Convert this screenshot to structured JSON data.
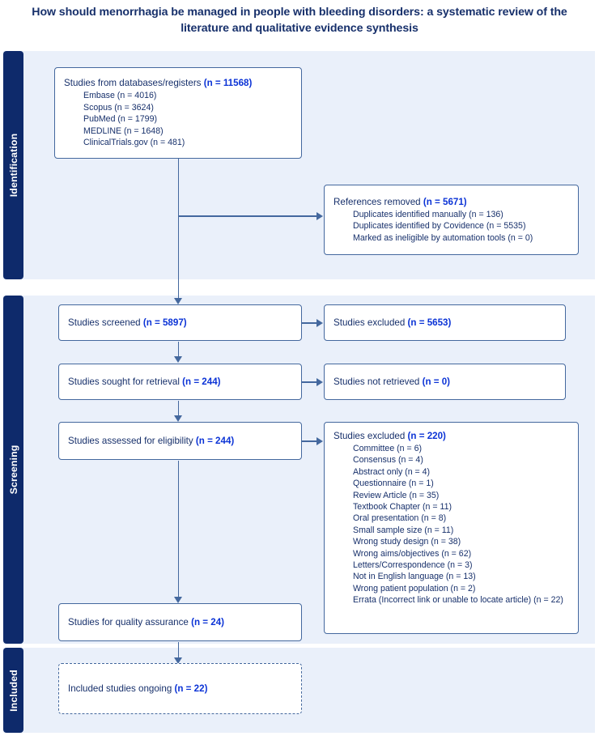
{
  "title": "How should menorrhagia be managed in people with bleeding disorders: a systematic review of the literature and qualitative evidence synthesis",
  "colors": {
    "band": "#0e2a6b",
    "band_bg": "#eaf0fa",
    "box_border": "#44689e",
    "label_text": "#17306b",
    "count_text": "#0b33d6"
  },
  "sections": [
    {
      "id": "identification",
      "label": "Identification"
    },
    {
      "id": "screening",
      "label": "Screening"
    },
    {
      "id": "included",
      "label": "Included"
    }
  ],
  "boxes": {
    "records_identified": {
      "header_label": "Studies from databases/registers",
      "header_count": "(n = 11568)",
      "items": [
        "Embase (n = 4016)",
        "Scopus (n = 3624)",
        "PubMed (n = 1799)",
        "MEDLINE (n = 1648)",
        "ClinicalTrials.gov (n = 481)"
      ]
    },
    "references_removed": {
      "header_label": "References removed",
      "header_count": "(n = 5671)",
      "items": [
        "Duplicates identified manually (n = 136)",
        "Duplicates identified by Covidence (n = 5535)",
        "Marked as ineligible by automation tools (n = 0)"
      ]
    },
    "studies_screened": {
      "header_label": "Studies screened",
      "header_count": "(n = 5897)",
      "items": []
    },
    "studies_excluded_screening": {
      "header_label": "Studies excluded",
      "header_count": "(n = 5653)",
      "items": []
    },
    "studies_sought": {
      "header_label": "Studies sought for retrieval",
      "header_count": "(n = 244)",
      "items": []
    },
    "studies_not_retrieved": {
      "header_label": "Studies not retrieved",
      "header_count": "(n = 0)",
      "items": []
    },
    "studies_assessed": {
      "header_label": "Studies assessed for eligibility",
      "header_count": "(n = 244)",
      "items": []
    },
    "studies_excluded_eligibility": {
      "header_label": "Studies excluded",
      "header_count": "(n = 220)",
      "items": [
        "Committee (n = 6)",
        "Consensus (n = 4)",
        "Abstract only (n = 4)",
        "Questionnaire (n = 1)",
        "Review Article (n = 35)",
        "Textbook Chapter (n = 11)",
        "Oral presentation (n = 8)",
        "Small sample size (n = 11)",
        "Wrong study design (n = 38)",
        "Wrong aims/objectives (n = 62)",
        "Letters/Correspondence (n = 3)",
        "Not in English language (n = 13)",
        "Wrong patient population (n = 2)",
        "Errata (Incorrect link or unable to locate article) (n = 22)"
      ]
    },
    "quality_assurance": {
      "header_label": "Studies for quality assurance",
      "header_count": "(n = 24)",
      "items": []
    },
    "included_ongoing": {
      "header_label": "Included studies ongoing",
      "header_count": "(n = 22)",
      "items": []
    }
  }
}
